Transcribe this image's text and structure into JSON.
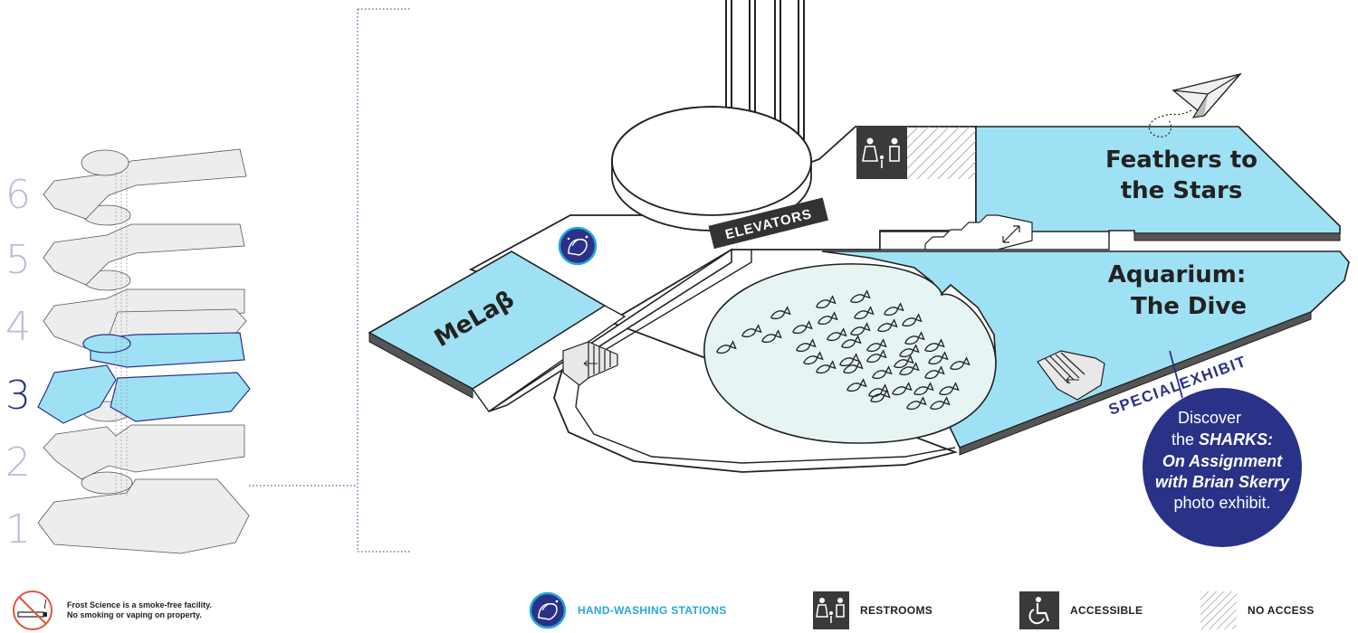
{
  "floors": [
    {
      "number": "6",
      "active": false
    },
    {
      "number": "5",
      "active": false
    },
    {
      "number": "4",
      "active": false
    },
    {
      "number": "3",
      "active": true
    },
    {
      "number": "2",
      "active": false
    },
    {
      "number": "1",
      "active": false
    }
  ],
  "map": {
    "elevators_label": "ELEVATORS",
    "melab_label": "MeLaβ",
    "feathers_line1": "Feathers to",
    "feathers_line2": "the Stars",
    "aquarium_line1": "Aquarium:",
    "aquarium_line2": "The Dive",
    "special_label": "SPECIAL",
    "exhibit_label": "EXHIBIT",
    "callout_line1": "Discover",
    "callout_line2_a": "the ",
    "callout_line2_b": "SHARKS:",
    "callout_line3": "On Assignment",
    "callout_line4": "with Brian Skerry",
    "callout_line5": "photo exhibit."
  },
  "legend": {
    "smoke_line1": "Frost Science is a smoke-free facility.",
    "smoke_line2": "No smoking or vaping on property.",
    "handwashing": "HAND-WASHING STATIONS",
    "restrooms": "RESTROOMS",
    "accessible": "ACCESSIBLE",
    "no_access": "NO ACCESS"
  },
  "colors": {
    "exhibit_blue": "#9fe1f4",
    "navy": "#2a3288",
    "floor_gray": "#ededed",
    "dark": "#333333",
    "handwash_blue": "#27a8d8"
  },
  "icons": [
    "no-smoking-icon",
    "hand-washing-icon",
    "restroom-icon",
    "accessible-icon",
    "no-access-hatch-icon",
    "paper-plane-icon",
    "fish-icon",
    "stairs-icon"
  ]
}
